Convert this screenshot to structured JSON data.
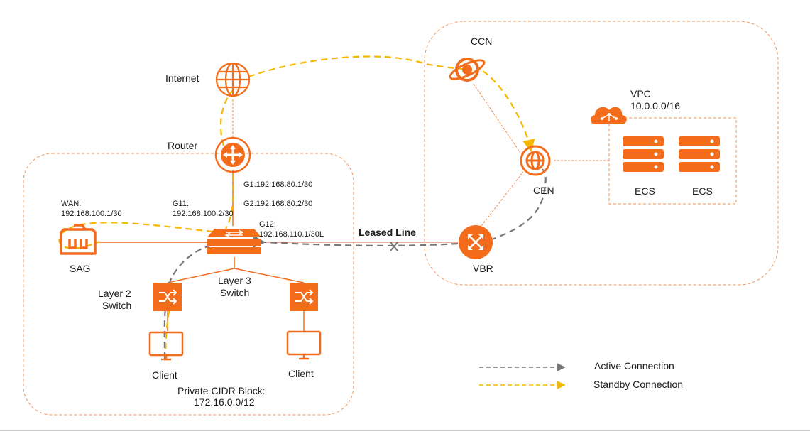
{
  "colors": {
    "orange": "#f26c1b",
    "standby": "#f5b700",
    "active": "#777777",
    "boundary": "#f0955a",
    "leased": "#e05a4f"
  },
  "nodes": {
    "internet": "Internet",
    "router": "Router",
    "ccn": "CCN",
    "cen": "CEN",
    "vbr": "VBR",
    "sag": "SAG",
    "vpc_title": "VPC",
    "vpc_cidr": "10.0.0.0/16",
    "ecs1": "ECS",
    "ecs2": "ECS",
    "layer2_line1": "Layer  2",
    "layer2_line2": "Switch",
    "layer3_line1": "Layer 3",
    "layer3_line2": "Switch",
    "client1": "Client",
    "client2": "Client"
  },
  "interfaces": {
    "g1": "G1:192.168.80.1/30",
    "g2": "G2:192.168.80.2/30",
    "wan_label": "WAN:",
    "wan_ip": "192.168.100.1/30",
    "g11_label": "G11:",
    "g11_ip": "192.168.100.2/30",
    "g12_label": "G12:",
    "g12_ip": "192.168.110.1/30L"
  },
  "leased_line": "Leased Line",
  "private_block": {
    "line1": "Private CIDR Block:",
    "line2": "172.16.0.0/12"
  },
  "legend": {
    "active": "Active Connection",
    "standby": "Standby Connection"
  },
  "icons": [
    "globe-icon",
    "router-icon",
    "sag-icon",
    "layer3-switch-icon",
    "layer2-switch-icon",
    "monitor-icon",
    "ccn-icon",
    "cen-icon",
    "vbr-icon",
    "cloud-icon",
    "server-icon"
  ]
}
